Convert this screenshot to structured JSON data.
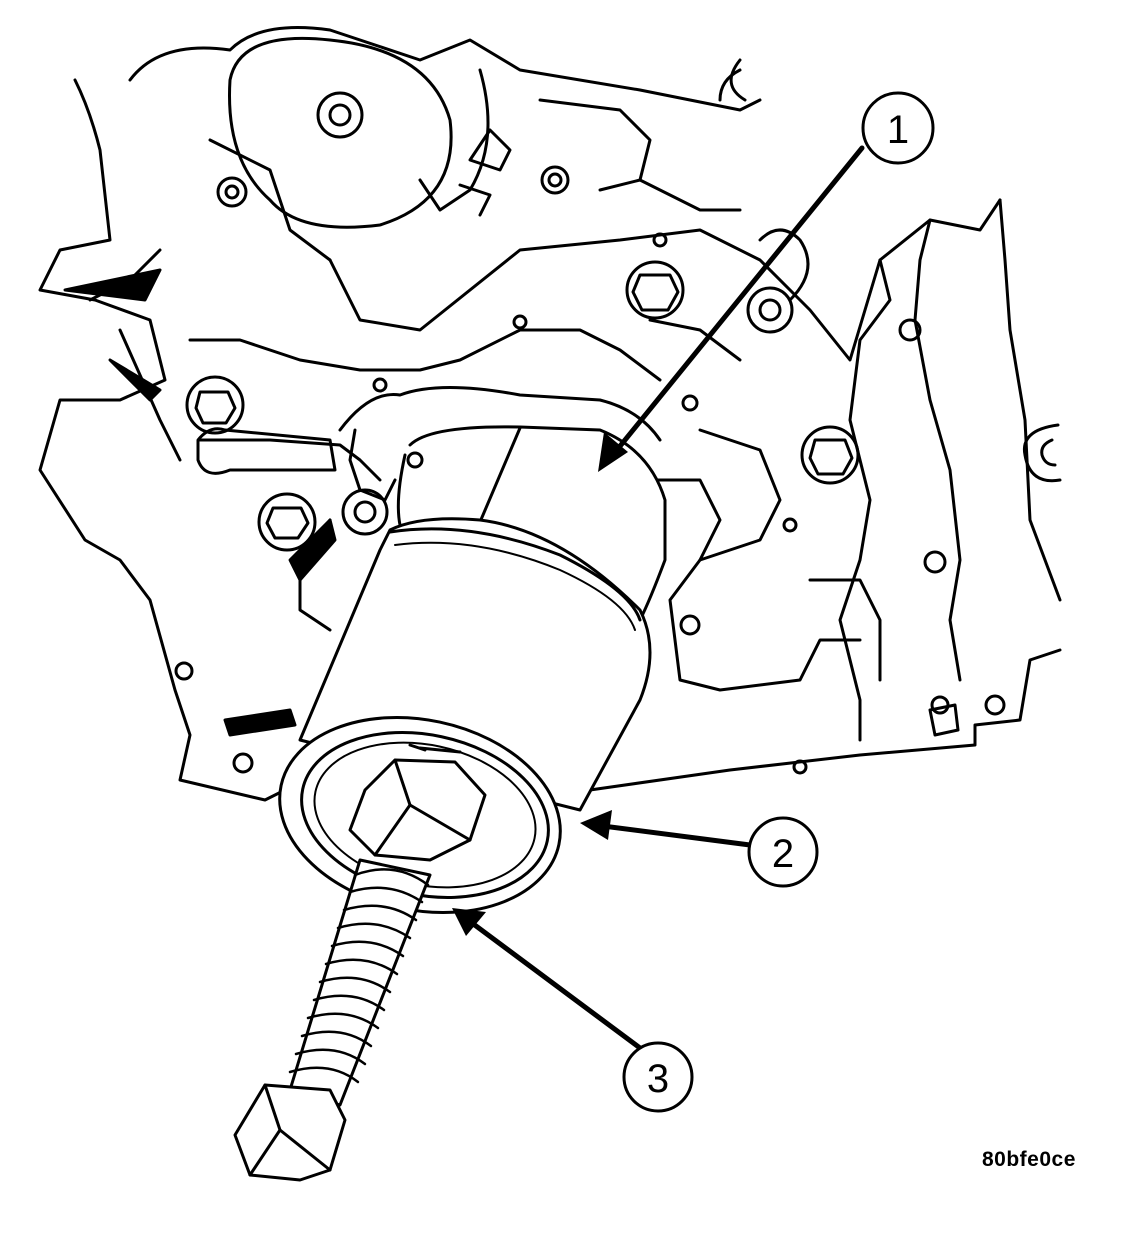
{
  "figure": {
    "code": "80bfe0ce",
    "colors": {
      "line": "#000000",
      "fill": "#ffffff"
    },
    "callouts": [
      {
        "id": "callout-1",
        "label": "1"
      },
      {
        "id": "callout-2",
        "label": "2"
      },
      {
        "id": "callout-3",
        "label": "3"
      }
    ]
  }
}
